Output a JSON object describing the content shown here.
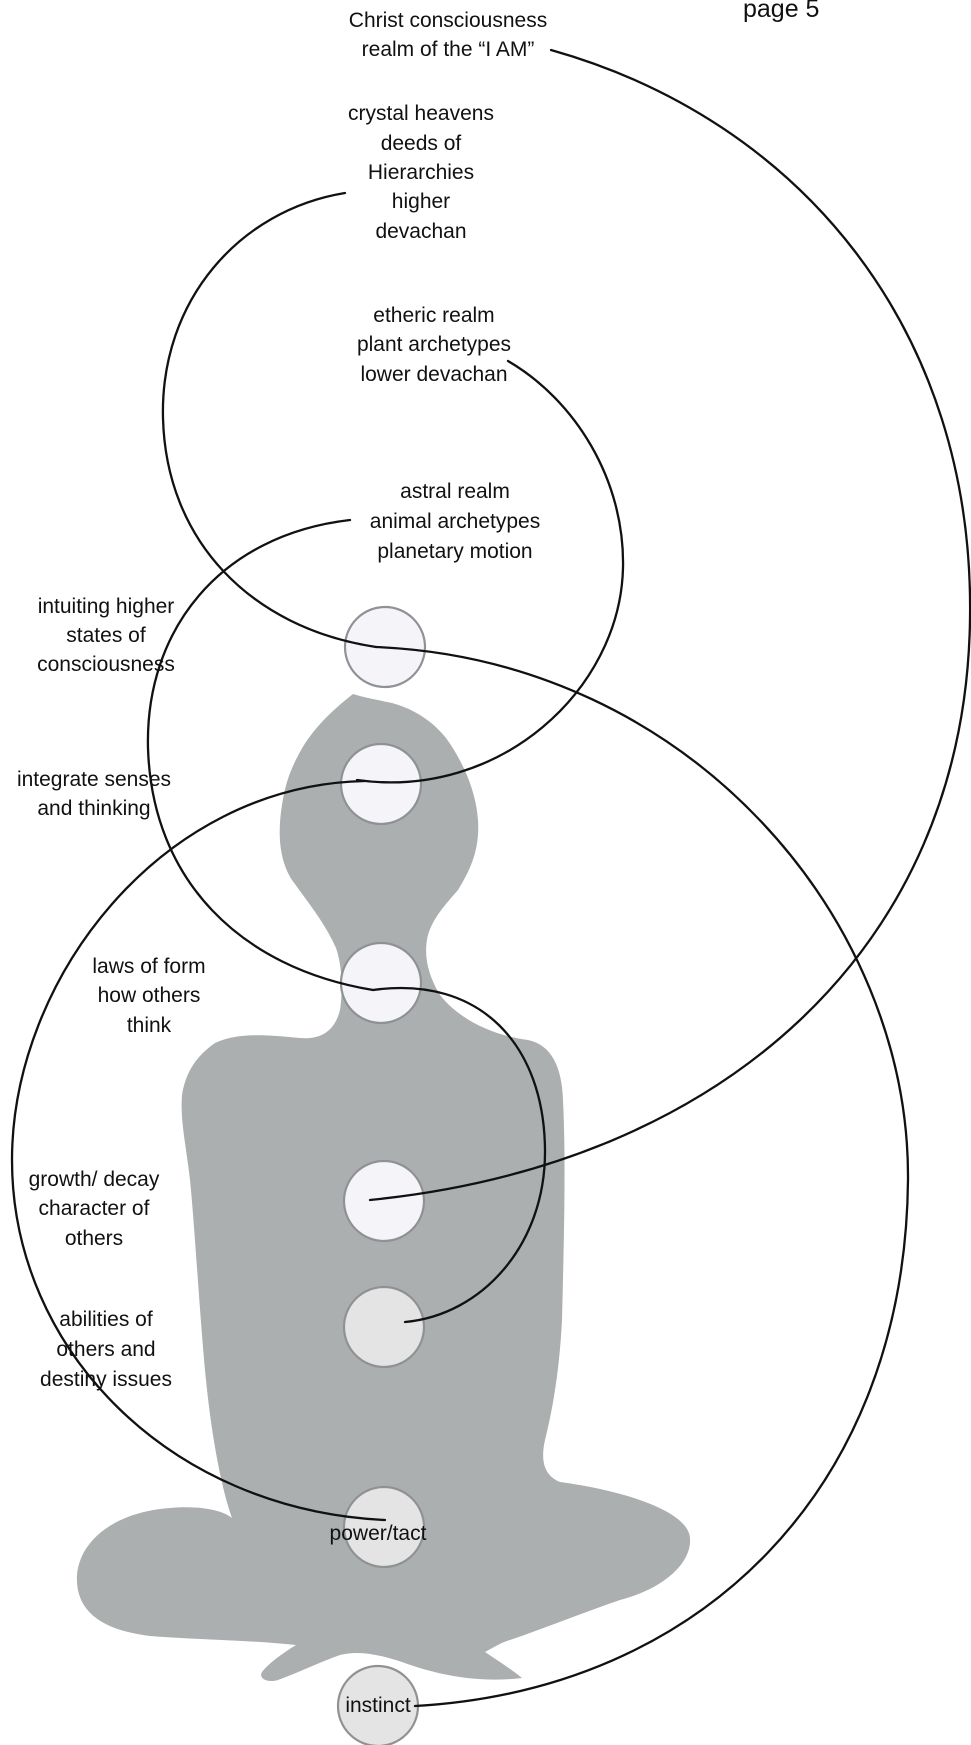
{
  "page_label": "page 5",
  "realms": {
    "christ": [
      "Christ consciousness",
      "realm of the “I AM”"
    ],
    "crystal": [
      "crystal heavens",
      "deeds of",
      "Hierarchies",
      "higher",
      "devachan"
    ],
    "etheric": [
      "etheric realm",
      "plant archetypes",
      "lower devachan"
    ],
    "astral": [
      "astral realm",
      "animal archetypes",
      "planetary motion"
    ]
  },
  "capacities": {
    "intuiting": [
      "intuiting higher",
      "states of",
      "consciousness"
    ],
    "integrate": [
      "integrate senses",
      "and thinking"
    ],
    "laws": [
      "laws of form",
      "how others",
      "think"
    ],
    "growth": [
      "growth/ decay",
      "character of",
      "others"
    ],
    "abilities": [
      "abilities of",
      "others  and",
      "destiny issues"
    ]
  },
  "chakra_labels": {
    "power": "power/tact",
    "instinct": "instinct"
  },
  "colors": {
    "silhouette": "#abafb0",
    "chakra_light": "#f4f4f9",
    "chakra_gray": "#e4e4e4",
    "chakra_stroke": "#8e9294",
    "line": "#111111"
  }
}
